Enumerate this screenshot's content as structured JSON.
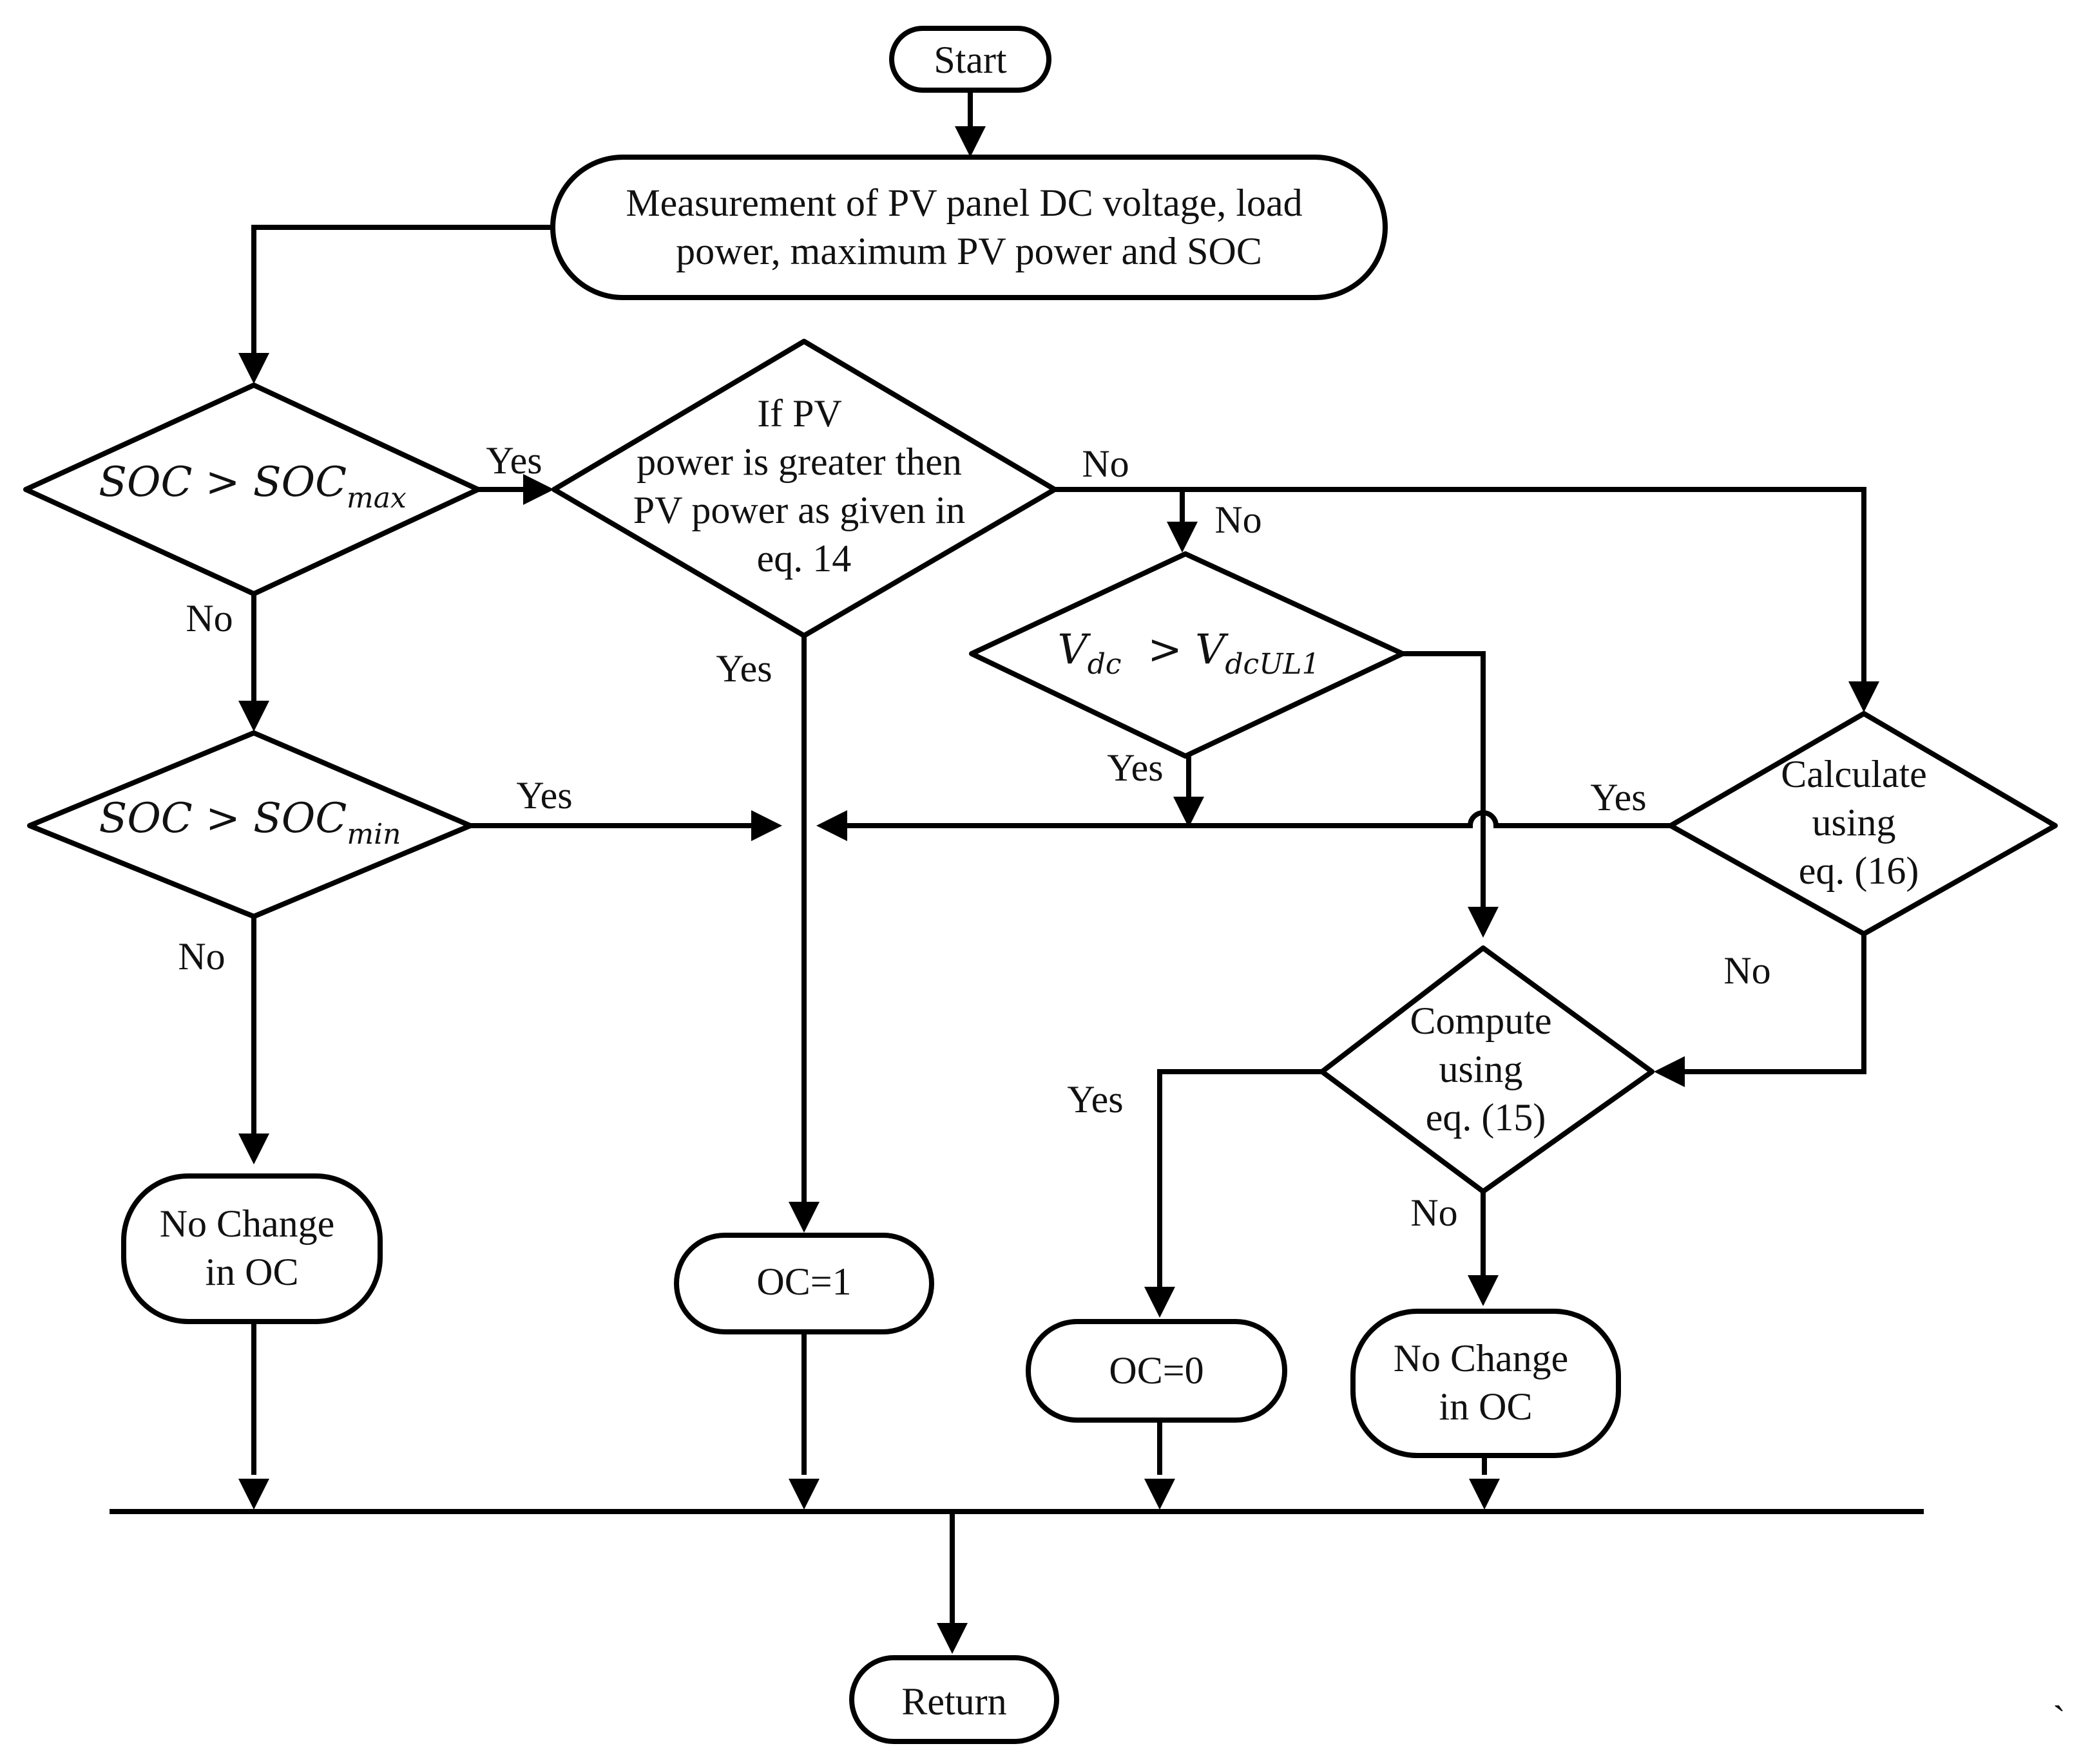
{
  "nodes": {
    "start": "Start",
    "measure": [
      "Measurement of PV panel DC voltage, load",
      "power, maximum PV power and SOC"
    ],
    "soc_max": {
      "var": "SOC",
      "op": " > ",
      "ref": "SOC",
      "sub": "max"
    },
    "soc_min": {
      "var": "SOC",
      "op": " > ",
      "ref": "SOC",
      "sub": "min"
    },
    "pv_check": [
      "If PV",
      "power is greater then",
      "PV power as given in",
      "eq. 14"
    ],
    "vdc_check": {
      "var": "V",
      "var_sub": "dc",
      "op": "  > ",
      "ref": "V",
      "ref_sub": "dcUL1"
    },
    "calc16": [
      "Calculate",
      "using",
      "eq. (16)"
    ],
    "compute15": [
      "Compute",
      "using",
      "eq. (15)"
    ],
    "no_change_left": [
      "No Change",
      "in OC"
    ],
    "oc1": "OC=1",
    "oc0": "OC=0",
    "no_change_right": [
      "No Change",
      "in OC"
    ],
    "return": "Return"
  },
  "edge_labels": {
    "soc_max_yes": "Yes",
    "soc_max_no": "No",
    "pv_no": "No",
    "pv_no_branch": "No",
    "pv_yes": "Yes",
    "soc_min_yes": "Yes",
    "soc_min_no": "No",
    "vdc_yes": "Yes",
    "calc16_yes": "Yes",
    "calc16_no": "No",
    "compute15_yes": "Yes",
    "compute15_no": "No"
  },
  "stray_mark": "`",
  "colors": {
    "stroke": "#000000",
    "background": "#ffffff",
    "text": "#111111"
  }
}
